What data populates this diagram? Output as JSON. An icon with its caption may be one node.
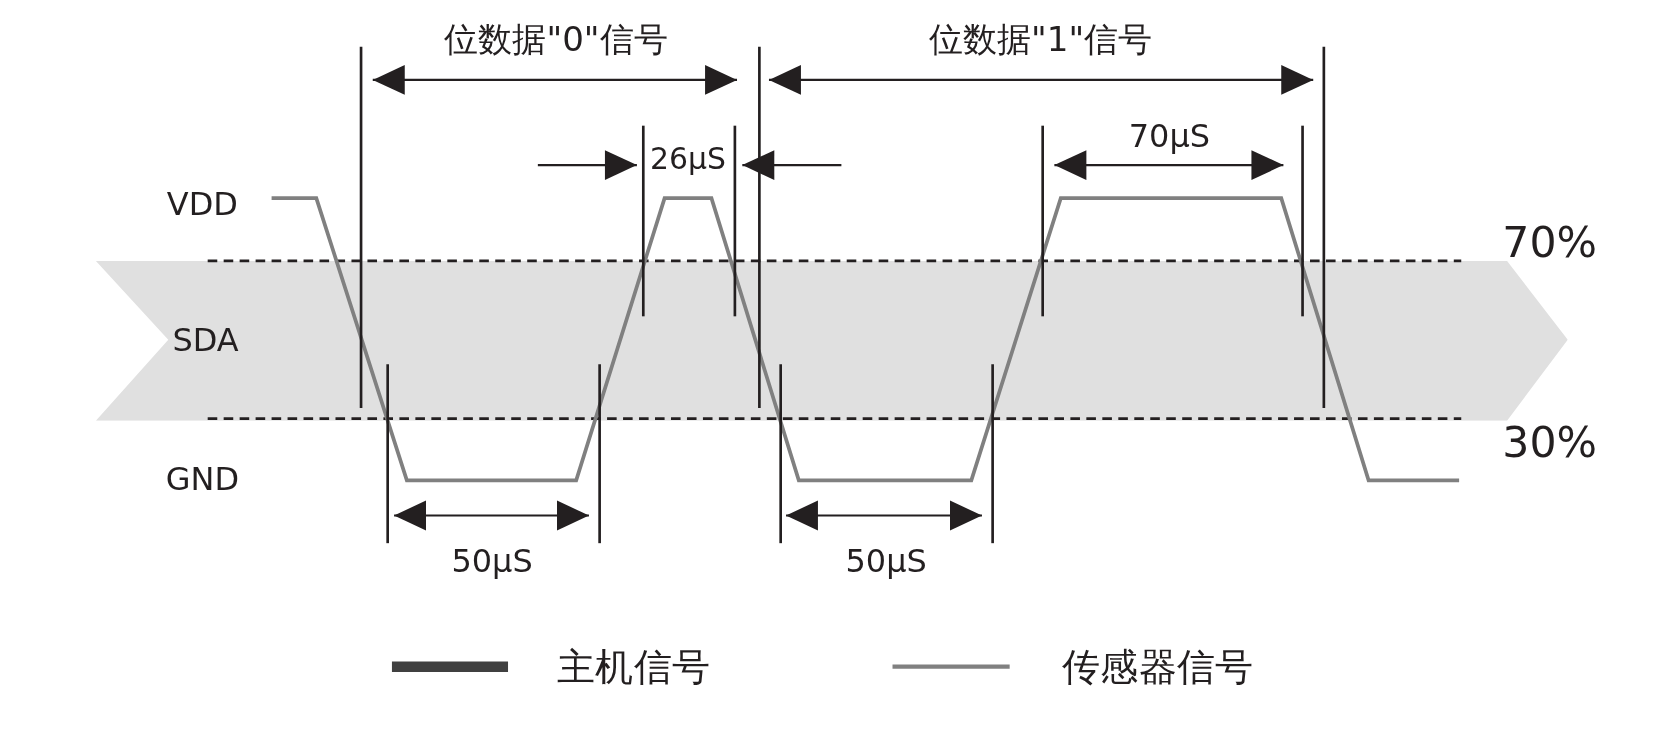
{
  "diagram": {
    "nodes": [
      {
        "text": [
          "SDA"
        ]
      }
    ],
    "labels": [
      "位数据\"0\"信号",
      "位数据\"1\"信号",
      "26μS",
      "70μS",
      "VDD",
      "70%",
      "GND",
      "30%",
      "50μS",
      "50μS"
    ],
    "legend": [
      {
        "text": "主机信号"
      },
      {
        "text": "传感器信号"
      }
    ]
  }
}
